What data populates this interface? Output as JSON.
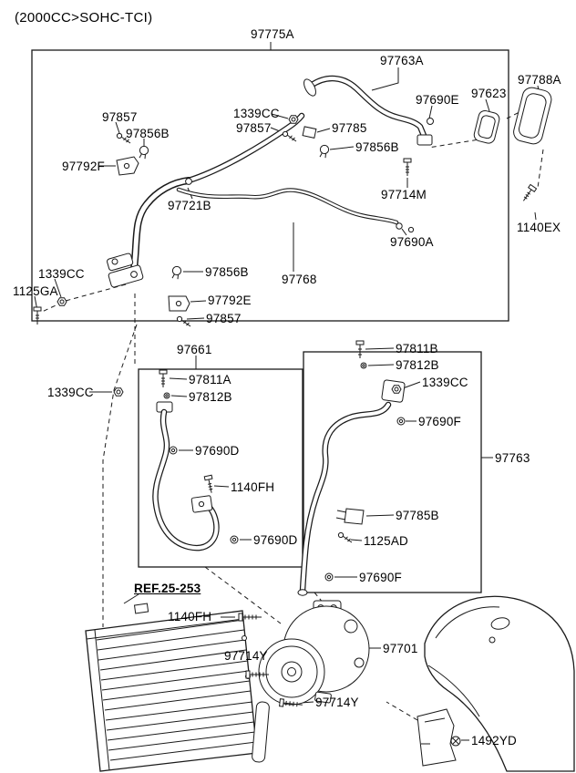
{
  "header": {
    "engine_code": "(2000CC>SOHC-TCI)"
  },
  "ref_link": {
    "text": "REF.25-253"
  },
  "labels": [
    {
      "text": "97775A"
    },
    {
      "text": "97763A"
    },
    {
      "text": "97690E"
    },
    {
      "text": "97623"
    },
    {
      "text": "97788A"
    },
    {
      "text": "1339CC"
    },
    {
      "text": "97857"
    },
    {
      "text": "97856B"
    },
    {
      "text": "97857"
    },
    {
      "text": "97785"
    },
    {
      "text": "97856B"
    },
    {
      "text": "97792F"
    },
    {
      "text": "97714M"
    },
    {
      "text": "97721B"
    },
    {
      "text": "97690A"
    },
    {
      "text": "1140EX"
    },
    {
      "text": "1339CC"
    },
    {
      "text": "1125GA"
    },
    {
      "text": "97856B"
    },
    {
      "text": "97768"
    },
    {
      "text": "97792E"
    },
    {
      "text": "97857"
    },
    {
      "text": "97661"
    },
    {
      "text": "97811B"
    },
    {
      "text": "97812B"
    },
    {
      "text": "1339CC"
    },
    {
      "text": "1339CC"
    },
    {
      "text": "97811A"
    },
    {
      "text": "97812B"
    },
    {
      "text": "97690F"
    },
    {
      "text": "97763"
    },
    {
      "text": "97690D"
    },
    {
      "text": "1140FH"
    },
    {
      "text": "97785B"
    },
    {
      "text": "1125AD"
    },
    {
      "text": "97690D"
    },
    {
      "text": "97690F"
    },
    {
      "text": "1140FH"
    },
    {
      "text": "97714Y"
    },
    {
      "text": "97701"
    },
    {
      "text": "97714Y"
    },
    {
      "text": "1492YD"
    }
  ]
}
